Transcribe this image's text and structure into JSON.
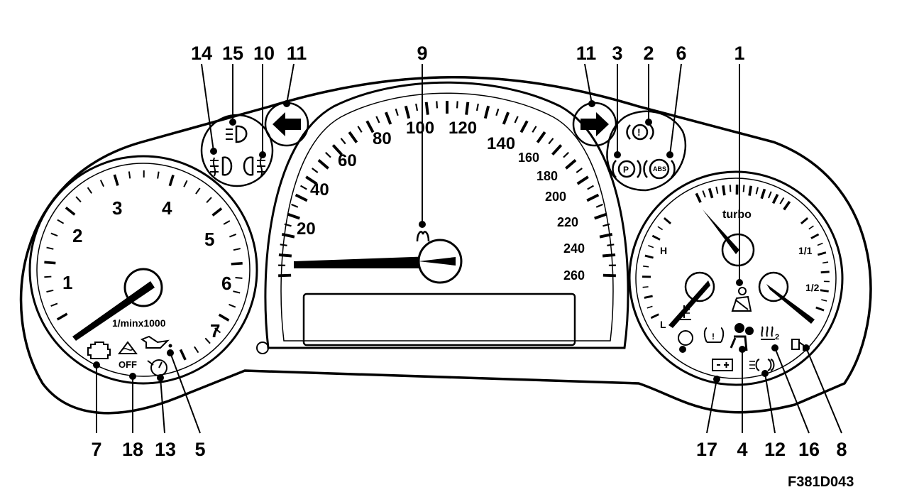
{
  "figure_id": "F381D043",
  "callouts": {
    "c14": "14",
    "c15": "15",
    "c10": "10",
    "c11a": "11",
    "c9": "9",
    "c11b": "11",
    "c3": "3",
    "c2": "2",
    "c6": "6",
    "c1": "1",
    "c7": "7",
    "c18": "18",
    "c13": "13",
    "c5": "5",
    "c17": "17",
    "c4": "4",
    "c12": "12",
    "c16": "16",
    "c8": "8"
  },
  "tachometer": {
    "scale": [
      "1",
      "2",
      "3",
      "4",
      "5",
      "6",
      "7"
    ],
    "unit": "1/minx1000"
  },
  "speedometer": {
    "scale": [
      "20",
      "40",
      "60",
      "80",
      "100",
      "120",
      "140",
      "160",
      "180",
      "200",
      "220",
      "240",
      "260"
    ]
  },
  "combi_gauge": {
    "turbo_label": "turbo",
    "temp_high": "H",
    "temp_low": "L",
    "fuel_full": "1/1",
    "fuel_half": "1/2"
  },
  "indicator_text": {
    "tcs_off": "OFF",
    "abs": "ABS",
    "parking": "P",
    "brake": "!",
    "glow_plug_sub": "2"
  },
  "colors": {
    "line": "#000000",
    "background": "#ffffff"
  }
}
